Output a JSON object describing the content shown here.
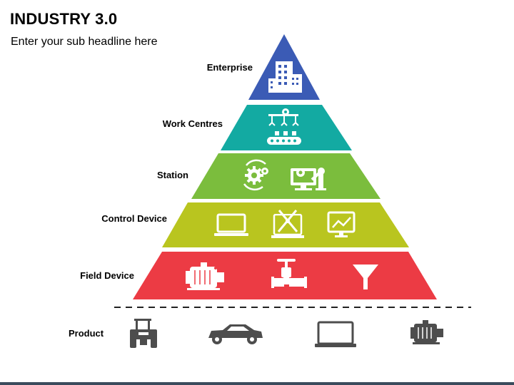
{
  "header": {
    "title": "INDUSTRY 3.0",
    "subtitle": "Enter your sub headline here"
  },
  "pyramid": {
    "levels": [
      {
        "label": "Enterprise",
        "color": "#3b5bb5",
        "icons": [
          "office-building-icon"
        ]
      },
      {
        "label": "Work Centres",
        "color": "#13aaa2",
        "icons": [
          "robotic-assembly-line-icon"
        ]
      },
      {
        "label": "Station",
        "color": "#7bbd3d",
        "icons": [
          "gears-cycle-icon",
          "computer-robot-arm-icon"
        ]
      },
      {
        "label": "Control Device",
        "color": "#b9c51f",
        "icons": [
          "laptop-icon",
          "laptop-tools-icon",
          "monitor-chart-icon"
        ]
      },
      {
        "label": "Field Device",
        "color": "#ec3b44",
        "icons": [
          "electric-motor-icon",
          "pipe-valve-icon",
          "funnel-filter-icon"
        ]
      }
    ]
  },
  "product": {
    "label": "Product",
    "icons": [
      "tractor-icon",
      "car-icon",
      "laptop-icon",
      "motor-icon"
    ],
    "icon_color": "#4d4d4d"
  }
}
